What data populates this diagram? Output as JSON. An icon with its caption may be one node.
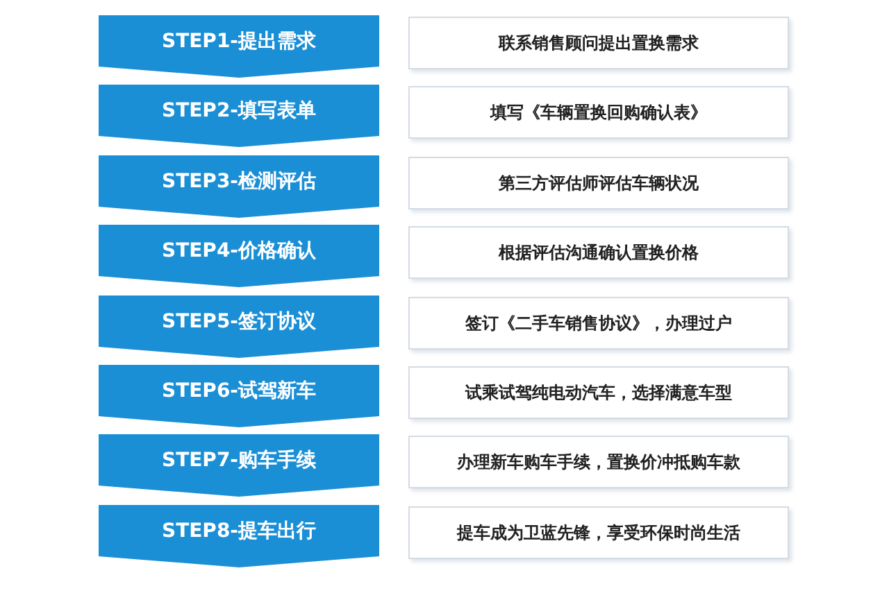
{
  "diagram": {
    "nodes": [
      {
        "text": [
          "STEP1-提出需求"
        ]
      },
      {
        "text": [
          "联系销售顾问提出置换需求"
        ]
      },
      {
        "text": [
          "STEP2-填写表单"
        ]
      },
      {
        "text": [
          "填写《车辆置换回购确认表》"
        ]
      },
      {
        "text": [
          "STEP3-检测评估"
        ]
      },
      {
        "text": [
          "第三方评估师评估车辆状况"
        ]
      },
      {
        "text": [
          "STEP4-价格确认"
        ]
      },
      {
        "text": [
          "根据评估沟通确认置换价格"
        ]
      },
      {
        "text": [
          "STEP5-签订协议"
        ]
      },
      {
        "text": [
          "签订《二手车销售协议》，办理过户"
        ]
      },
      {
        "text": [
          "STEP6-试驾新车"
        ]
      },
      {
        "text": [
          "试乘试驾纯电动汽车，选择满意车型"
        ]
      },
      {
        "text": [
          "STEP7-购车手续"
        ]
      },
      {
        "text": [
          "办理新车购车手续，置换价冲抵购车款"
        ]
      },
      {
        "text": [
          "STEP8-提车出行"
        ]
      },
      {
        "text": [
          "提车成为卫蓝先锋，享受环保时尚生活"
        ]
      }
    ]
  }
}
